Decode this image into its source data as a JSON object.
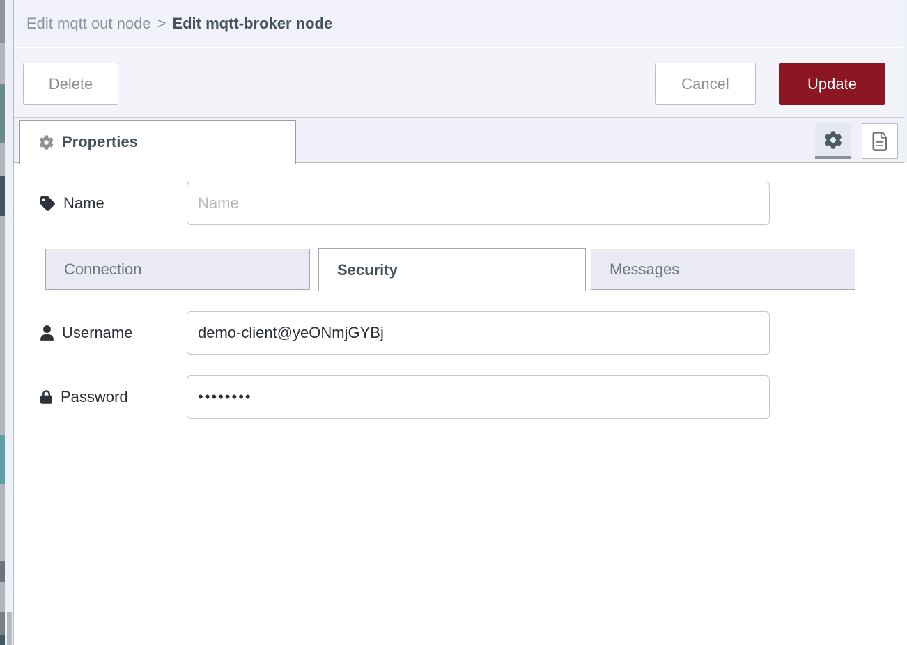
{
  "header": {
    "breadcrumb_parent": "Edit mqtt out node",
    "separator": ">",
    "title": "Edit mqtt-broker node"
  },
  "toolbar": {
    "delete_label": "Delete",
    "cancel_label": "Cancel",
    "update_label": "Update"
  },
  "editor_tabs": {
    "properties_label": "Properties"
  },
  "form": {
    "name": {
      "label": "Name",
      "placeholder": "Name",
      "value": ""
    },
    "tabs": [
      {
        "label": "Connection",
        "active": false
      },
      {
        "label": "Security",
        "active": true
      },
      {
        "label": "Messages",
        "active": false
      }
    ],
    "username": {
      "label": "Username",
      "value": "demo-client@yeONmjGYBj"
    },
    "password": {
      "label": "Password",
      "masked_value": "••••••••"
    }
  },
  "icons": {
    "properties_tab": "gear-icon",
    "settings_button": "gear-icon",
    "description_button": "document-icon",
    "name_field": "tag-icon",
    "username_field": "user-icon",
    "password_field": "lock-icon"
  },
  "colors": {
    "update_button": "#8C1622",
    "title_text": "#44545E",
    "inactive_tab_bg": "#E9EAF4",
    "header_bg": "#F2F3FA"
  }
}
